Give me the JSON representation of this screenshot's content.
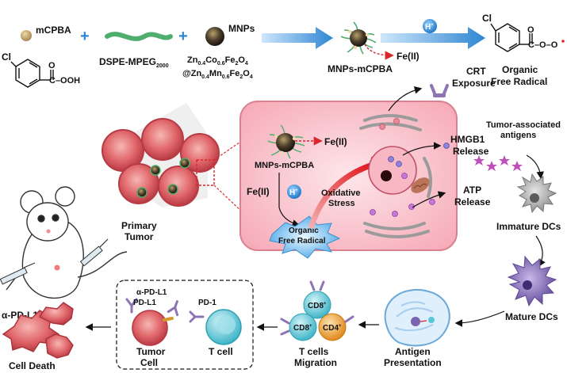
{
  "reagents": {
    "mcpba": "mCPBA",
    "peg_main": "DSPE-MPEG",
    "peg_sub": "2000",
    "mnps": "MNPs",
    "plus": "+",
    "cl": "Cl",
    "cooh": "C–OOH",
    "o": "O"
  },
  "formula": {
    "line1": [
      "Zn",
      "0.4",
      "Co",
      "0.6",
      "Fe",
      "2",
      "O",
      "4"
    ],
    "line2": [
      "@Zn",
      "0.4",
      "Mn",
      "0.6",
      "Fe",
      "2",
      "O",
      "4"
    ]
  },
  "top_flow": {
    "mnps_mcpba": "MNPs-mCPBA",
    "h_plus": "H",
    "plus_sign": "+",
    "fe2": "Fe(II)",
    "radical_line1": "Organic",
    "radical_line2": "Free Radical",
    "radical_group": "C–O–O"
  },
  "mouse": {
    "antibody": "α-PD-L1",
    "tumor_line1": "Primary",
    "tumor_line2": "Tumor"
  },
  "cell_panel": {
    "mnps_mcpba": "MNPs-mCPBA",
    "fe2_top": "Fe(II)",
    "fe2_left": "Fe(II)",
    "h_plus": "H",
    "plus_sign": "+",
    "stress_line1": "Oxidative",
    "stress_line2": "Stress",
    "radical_line1": "Organic",
    "radical_line2": "Free Radical"
  },
  "outputs": {
    "crt_line1": "CRT",
    "crt_line2": "Exposure",
    "hmgb1_line1": "HMGB1",
    "hmgb1_line2": "Release",
    "atp_line1": "ATP",
    "atp_line2": "Release",
    "antigens_line1": "Tumor-associated",
    "antigens_line2": "antigens"
  },
  "immune": {
    "immature_dcs": "Immature DCs",
    "mature_dcs": "Mature DCs",
    "antigen_line1": "Antigen",
    "antigen_line2": "Presentation",
    "cd8": "CD8",
    "cd4": "CD4",
    "sup_plus": "+",
    "tcells_line1": "T cells",
    "tcells_line2": "Migration"
  },
  "checkpoint_box": {
    "alpha_pdl1": "α-PD-L1",
    "pdl1": "PD-L1",
    "pd1": "PD-1",
    "tumor_line1": "Tumor",
    "tumor_line2": "Cell",
    "tcell": "T cell"
  },
  "death": {
    "label": "Cell Death"
  },
  "colors": {
    "arrow_blue": "#2e86d4",
    "red_dash": "#d9262a",
    "cell_pink": "#f6a8b5",
    "tumor_red": "#d84a55",
    "mature_dc": "#7c64b2",
    "immature_dc": "#a9a9a9",
    "cd8_cyan": "#57c7d6",
    "cd4_orange": "#e79a2b",
    "receptor_purple": "#8e74b5"
  }
}
